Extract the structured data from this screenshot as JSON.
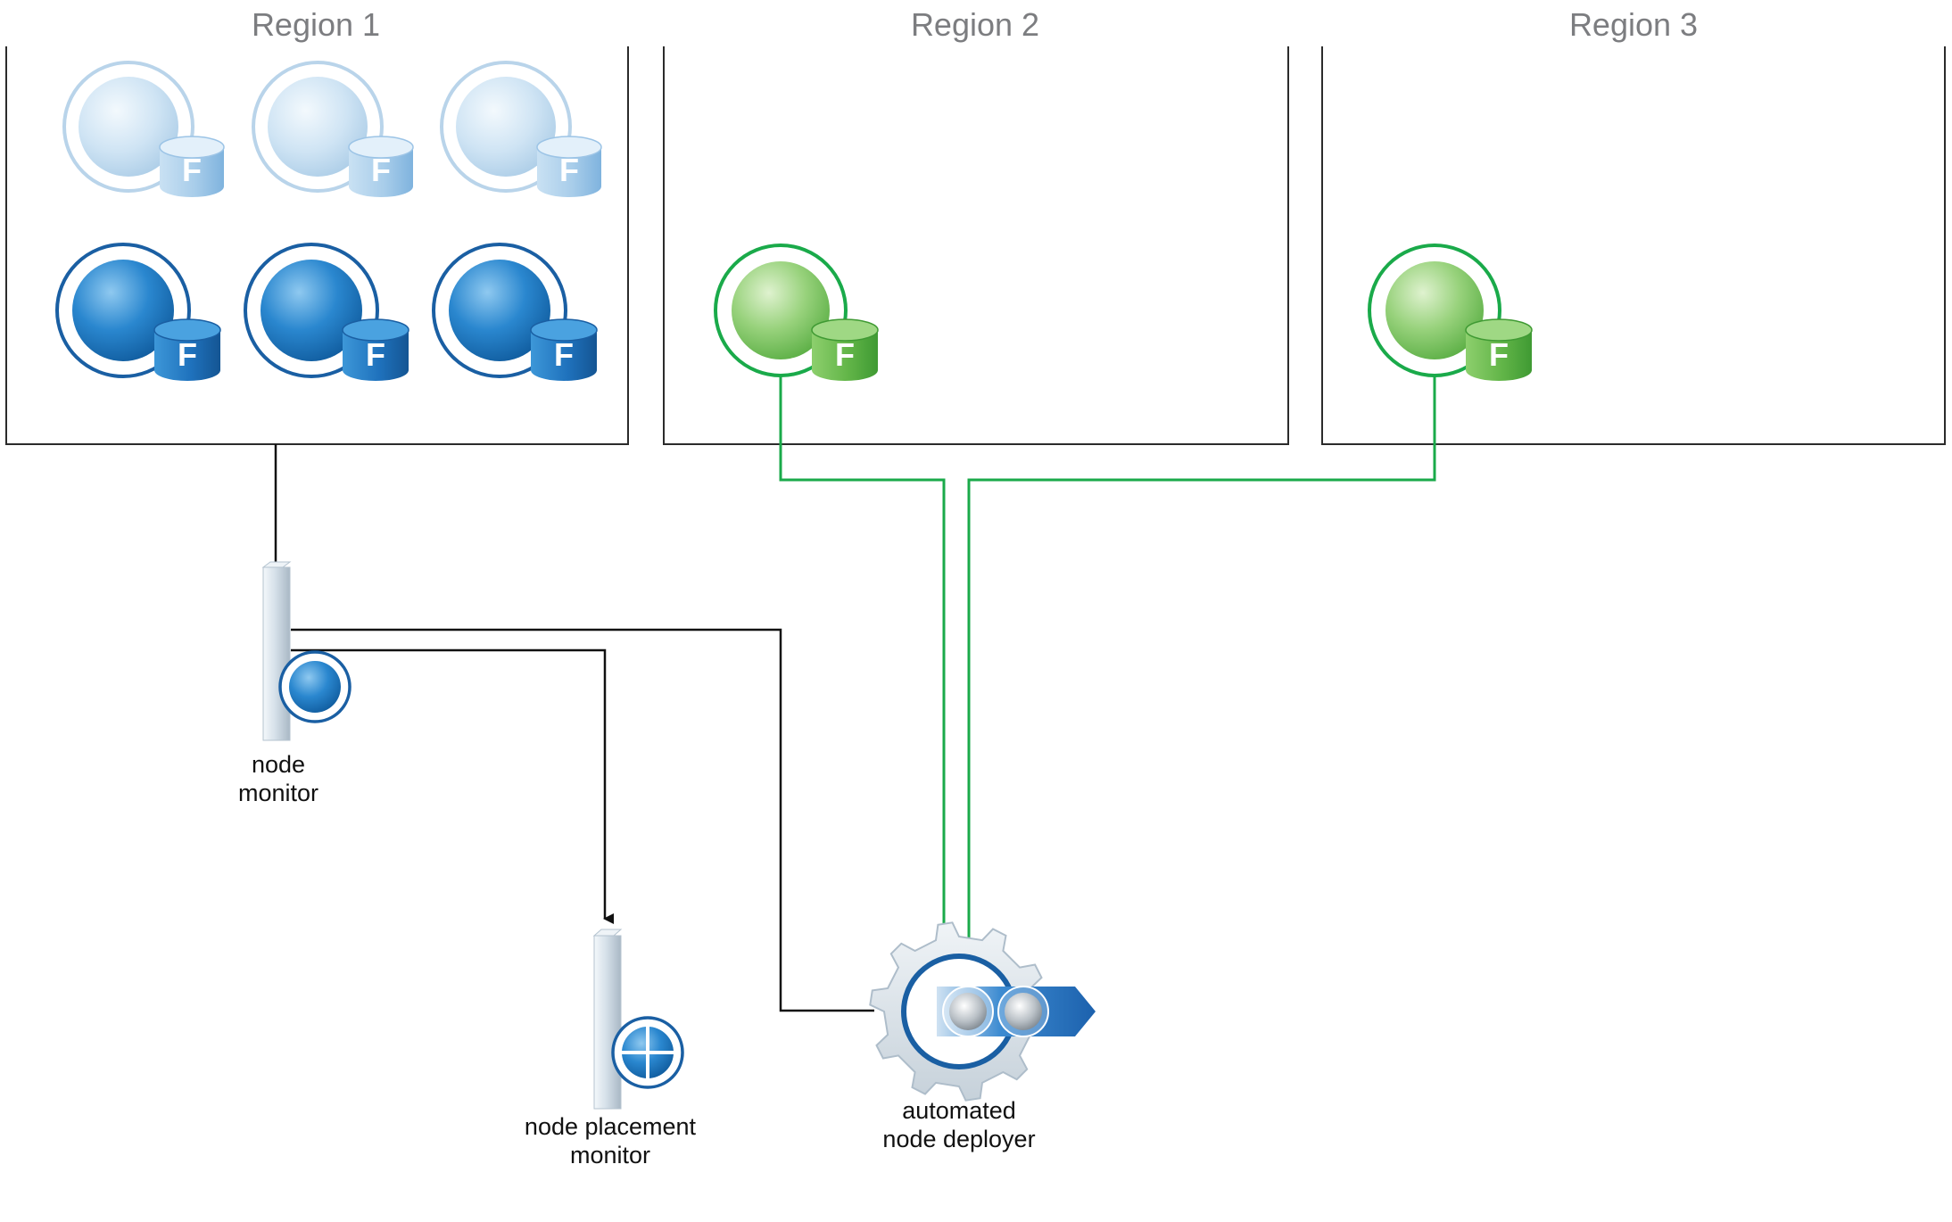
{
  "regions": [
    {
      "title": "Region 1"
    },
    {
      "title": "Region 2"
    },
    {
      "title": "Region 3"
    }
  ],
  "node_badge_letter": "F",
  "components": {
    "node_monitor": {
      "line1": "node",
      "line2": "monitor"
    },
    "node_placement_monitor": {
      "line1": "node placement",
      "line2": "monitor"
    },
    "automated_node_deployer": {
      "line1": "automated",
      "line2": "node deployer"
    }
  },
  "colors": {
    "light_node": "#c8e1f3",
    "dark_node": "#1f7cc4",
    "green_node": "#5ab84b",
    "green_link": "#1aaa4a",
    "box_border": "#2b2b2b"
  }
}
